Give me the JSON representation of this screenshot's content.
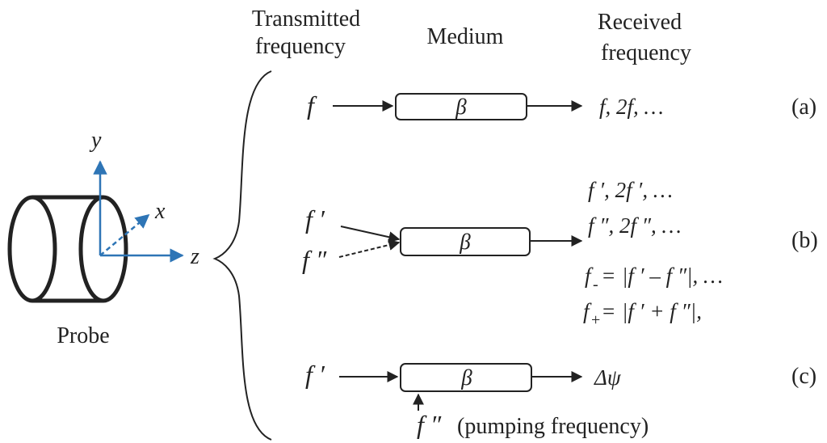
{
  "headers": {
    "transmitted_line1": "Transmitted",
    "transmitted_line2": "frequency",
    "medium": "Medium",
    "received_line1": "Received",
    "received_line2": "frequency"
  },
  "probe": {
    "label": "Probe",
    "axis_x": "x",
    "axis_y": "y",
    "axis_z": "z"
  },
  "colors": {
    "axis": "#2e75b6",
    "ink": "#222222"
  },
  "case_a": {
    "label": "(a)",
    "input": "f",
    "medium": "β",
    "outputs": [
      "f, 2f, …"
    ]
  },
  "case_b": {
    "label": "(b)",
    "input_1": "f ′",
    "input_2": "f ″",
    "medium": "β",
    "outputs": [
      "f ′, 2f ′, …",
      "f ″, 2f ″, …",
      "|f ′ – f ″|, …",
      "|f ′ + f ″|,"
    ],
    "minus_symbol": "f",
    "minus_sub": "-",
    "minus_eq": "=",
    "plus_symbol": "f",
    "plus_sub": "+",
    "plus_eq": "="
  },
  "case_c": {
    "label": "(c)",
    "input": "f ′",
    "medium": "β",
    "output": "Δψ",
    "pump": "f ″",
    "pump_note": "(pumping frequency)"
  }
}
